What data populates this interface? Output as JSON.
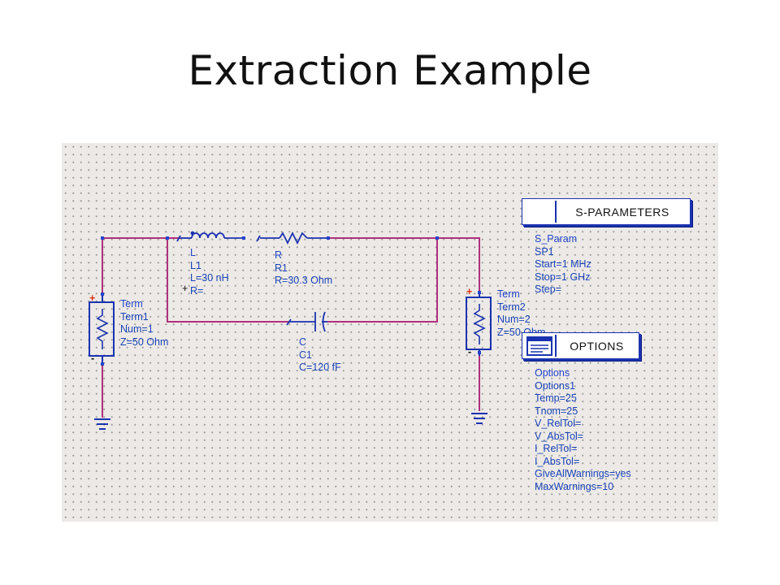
{
  "slide": {
    "title": "Extraction Example"
  },
  "components": {
    "term1": {
      "lines": [
        "Term",
        "Term1",
        "Num=1",
        "Z=50 Ohm"
      ]
    },
    "term2": {
      "lines": [
        "Term",
        "Term2",
        "Num=2",
        "Z=50 Ohm"
      ]
    },
    "inductor": {
      "lines": [
        "L",
        "L1",
        "L=30 nH",
        "R="
      ]
    },
    "resistor": {
      "lines": [
        "R",
        "R1",
        "R=30.3 Ohm"
      ]
    },
    "capacitor": {
      "lines": [
        "C",
        "C1",
        "C=120 fF"
      ]
    }
  },
  "sparam_block": {
    "header": "S-PARAMETERS",
    "lines": [
      "S_Param",
      "SP1",
      "Start=1 MHz",
      "Stop=1 GHz",
      "Step="
    ]
  },
  "options_block": {
    "header": "OPTIONS",
    "lines": [
      "Options",
      "Options1",
      "Temp=25",
      "Tnom=25",
      "V_RelTol=",
      "V_AbsTol=",
      "I_RelTol=",
      "I_AbsTol=",
      "GiveAllWarnings=yes",
      "MaxWarnings=10"
    ]
  },
  "symbols": {
    "plus": "+",
    "minus": "-"
  },
  "colors": {
    "wire": "#b0307e",
    "component": "#1a32b0",
    "label_type": "#2244cc",
    "canvas": "#ece9e6"
  }
}
